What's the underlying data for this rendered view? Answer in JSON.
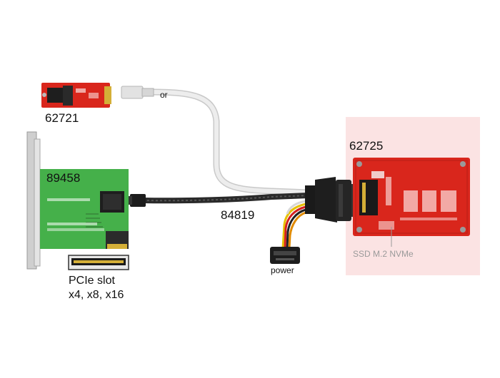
{
  "products": {
    "m2_adapter": {
      "code": "62721"
    },
    "pcie_card": {
      "code": "89458"
    },
    "cable": {
      "code": "84819"
    },
    "u2_adapter": {
      "code": "62725"
    }
  },
  "connector_alt": "or",
  "power_label": "power",
  "pcie_slot": {
    "line1": "PCIe slot",
    "line2": "x4, x8, x16"
  },
  "ssd_label": "SSD M.2 NVMe",
  "colors": {
    "highlight_bg": "#fbe3e3",
    "board_red": "#d9261c",
    "board_green": "#45b04a",
    "cable_black": "#222222",
    "cable_white": "#e8e8e8"
  }
}
